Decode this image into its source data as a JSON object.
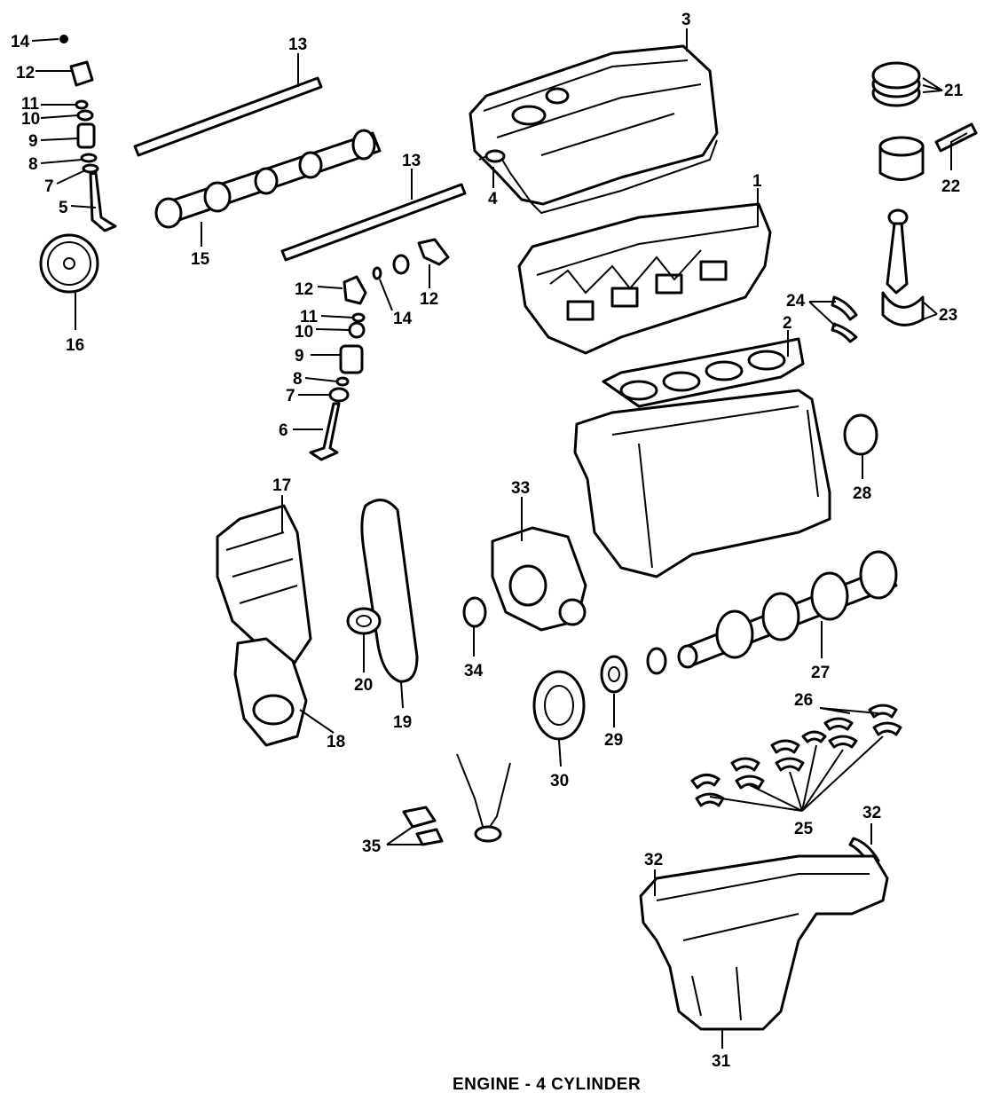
{
  "caption": "ENGINE - 4 CYLINDER",
  "callouts": [
    {
      "id": "c14a",
      "text": "14"
    },
    {
      "id": "c12a",
      "text": "12"
    },
    {
      "id": "c11a",
      "text": "11"
    },
    {
      "id": "c10a",
      "text": "10"
    },
    {
      "id": "c9a",
      "text": "9"
    },
    {
      "id": "c8a",
      "text": "8"
    },
    {
      "id": "c7a",
      "text": "7"
    },
    {
      "id": "c5",
      "text": "5"
    },
    {
      "id": "c16",
      "text": "16"
    },
    {
      "id": "c13a",
      "text": "13"
    },
    {
      "id": "c15",
      "text": "15"
    },
    {
      "id": "c13b",
      "text": "13"
    },
    {
      "id": "c12b",
      "text": "12"
    },
    {
      "id": "c14b",
      "text": "14"
    },
    {
      "id": "c12c",
      "text": "12"
    },
    {
      "id": "c11b",
      "text": "11"
    },
    {
      "id": "c10b",
      "text": "10"
    },
    {
      "id": "c9b",
      "text": "9"
    },
    {
      "id": "c8b",
      "text": "8"
    },
    {
      "id": "c7b",
      "text": "7"
    },
    {
      "id": "c6",
      "text": "6"
    },
    {
      "id": "c3",
      "text": "3"
    },
    {
      "id": "c4",
      "text": "4"
    },
    {
      "id": "c1",
      "text": "1"
    },
    {
      "id": "c2",
      "text": "2"
    },
    {
      "id": "c21",
      "text": "21"
    },
    {
      "id": "c22",
      "text": "22"
    },
    {
      "id": "c24",
      "text": "24"
    },
    {
      "id": "c23",
      "text": "23"
    },
    {
      "id": "c28",
      "text": "28"
    },
    {
      "id": "c17",
      "text": "17"
    },
    {
      "id": "c18",
      "text": "18"
    },
    {
      "id": "c20",
      "text": "20"
    },
    {
      "id": "c19",
      "text": "19"
    },
    {
      "id": "c33",
      "text": "33"
    },
    {
      "id": "c34",
      "text": "34"
    },
    {
      "id": "c27",
      "text": "27"
    },
    {
      "id": "c26",
      "text": "26"
    },
    {
      "id": "c25",
      "text": "25"
    },
    {
      "id": "c29",
      "text": "29"
    },
    {
      "id": "c30",
      "text": "30"
    },
    {
      "id": "c35",
      "text": "35"
    },
    {
      "id": "c32a",
      "text": "32"
    },
    {
      "id": "c32b",
      "text": "32"
    },
    {
      "id": "c31",
      "text": "31"
    }
  ]
}
